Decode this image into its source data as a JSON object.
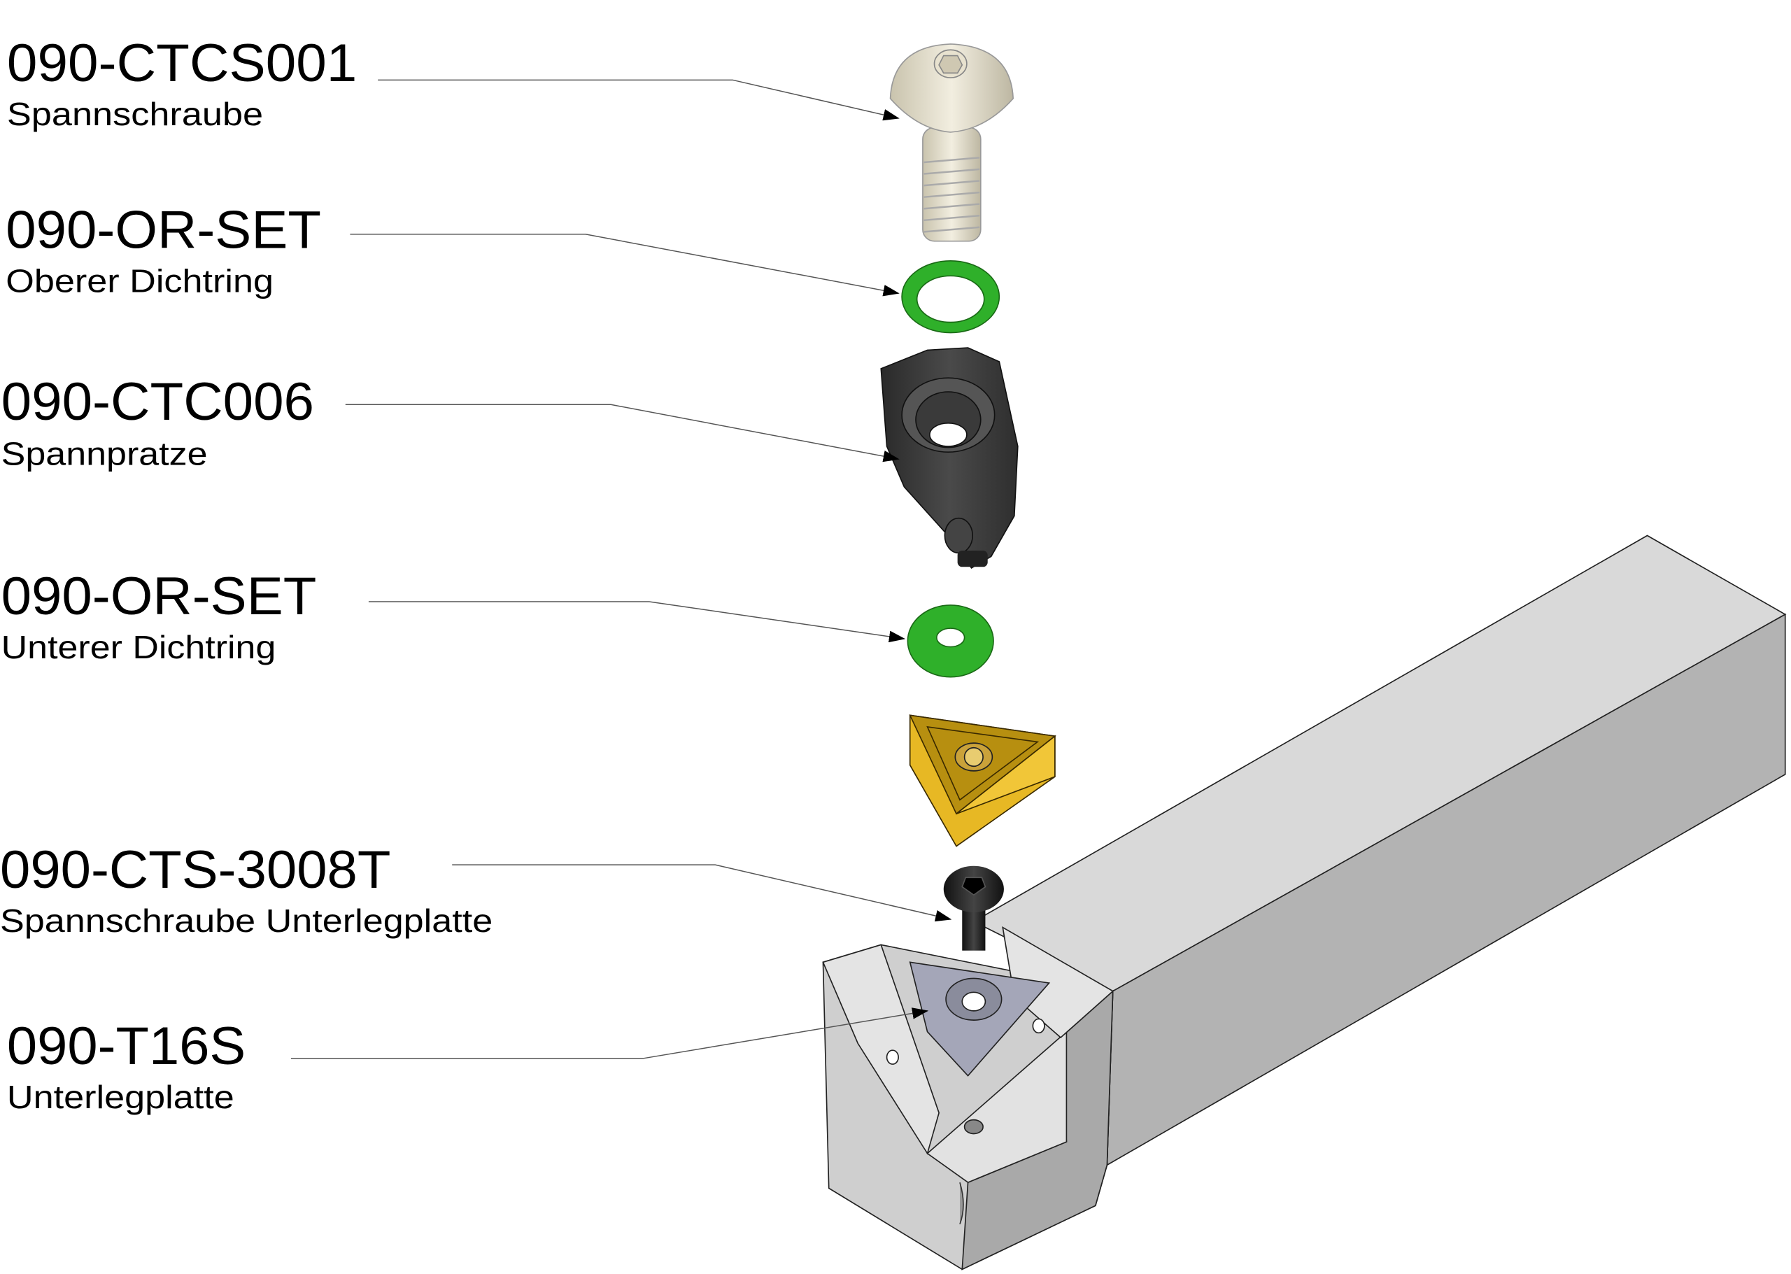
{
  "title": "Explosionszeichnung Klemmhalter",
  "parts": [
    {
      "number": "090-CTCS001",
      "name": "Spannschraube"
    },
    {
      "number": "090-OR-SET",
      "name": "Oberer Dichtring"
    },
    {
      "number": "090-CTC006",
      "name": "Spannpratze"
    },
    {
      "number": "090-OR-SET",
      "name": "Unterer Dichtring"
    },
    {
      "number": "090-CTS-3008T",
      "name": "Spannschraube Unterlegplatte"
    },
    {
      "number": "090-T16S",
      "name": "Unterlegplatte"
    }
  ],
  "colors": {
    "seal": "#2fb02a",
    "insert": "#e0b020",
    "clamp": "#3a3a3a",
    "screw": "#e6e0cc",
    "holder": "#c8c8c8"
  }
}
